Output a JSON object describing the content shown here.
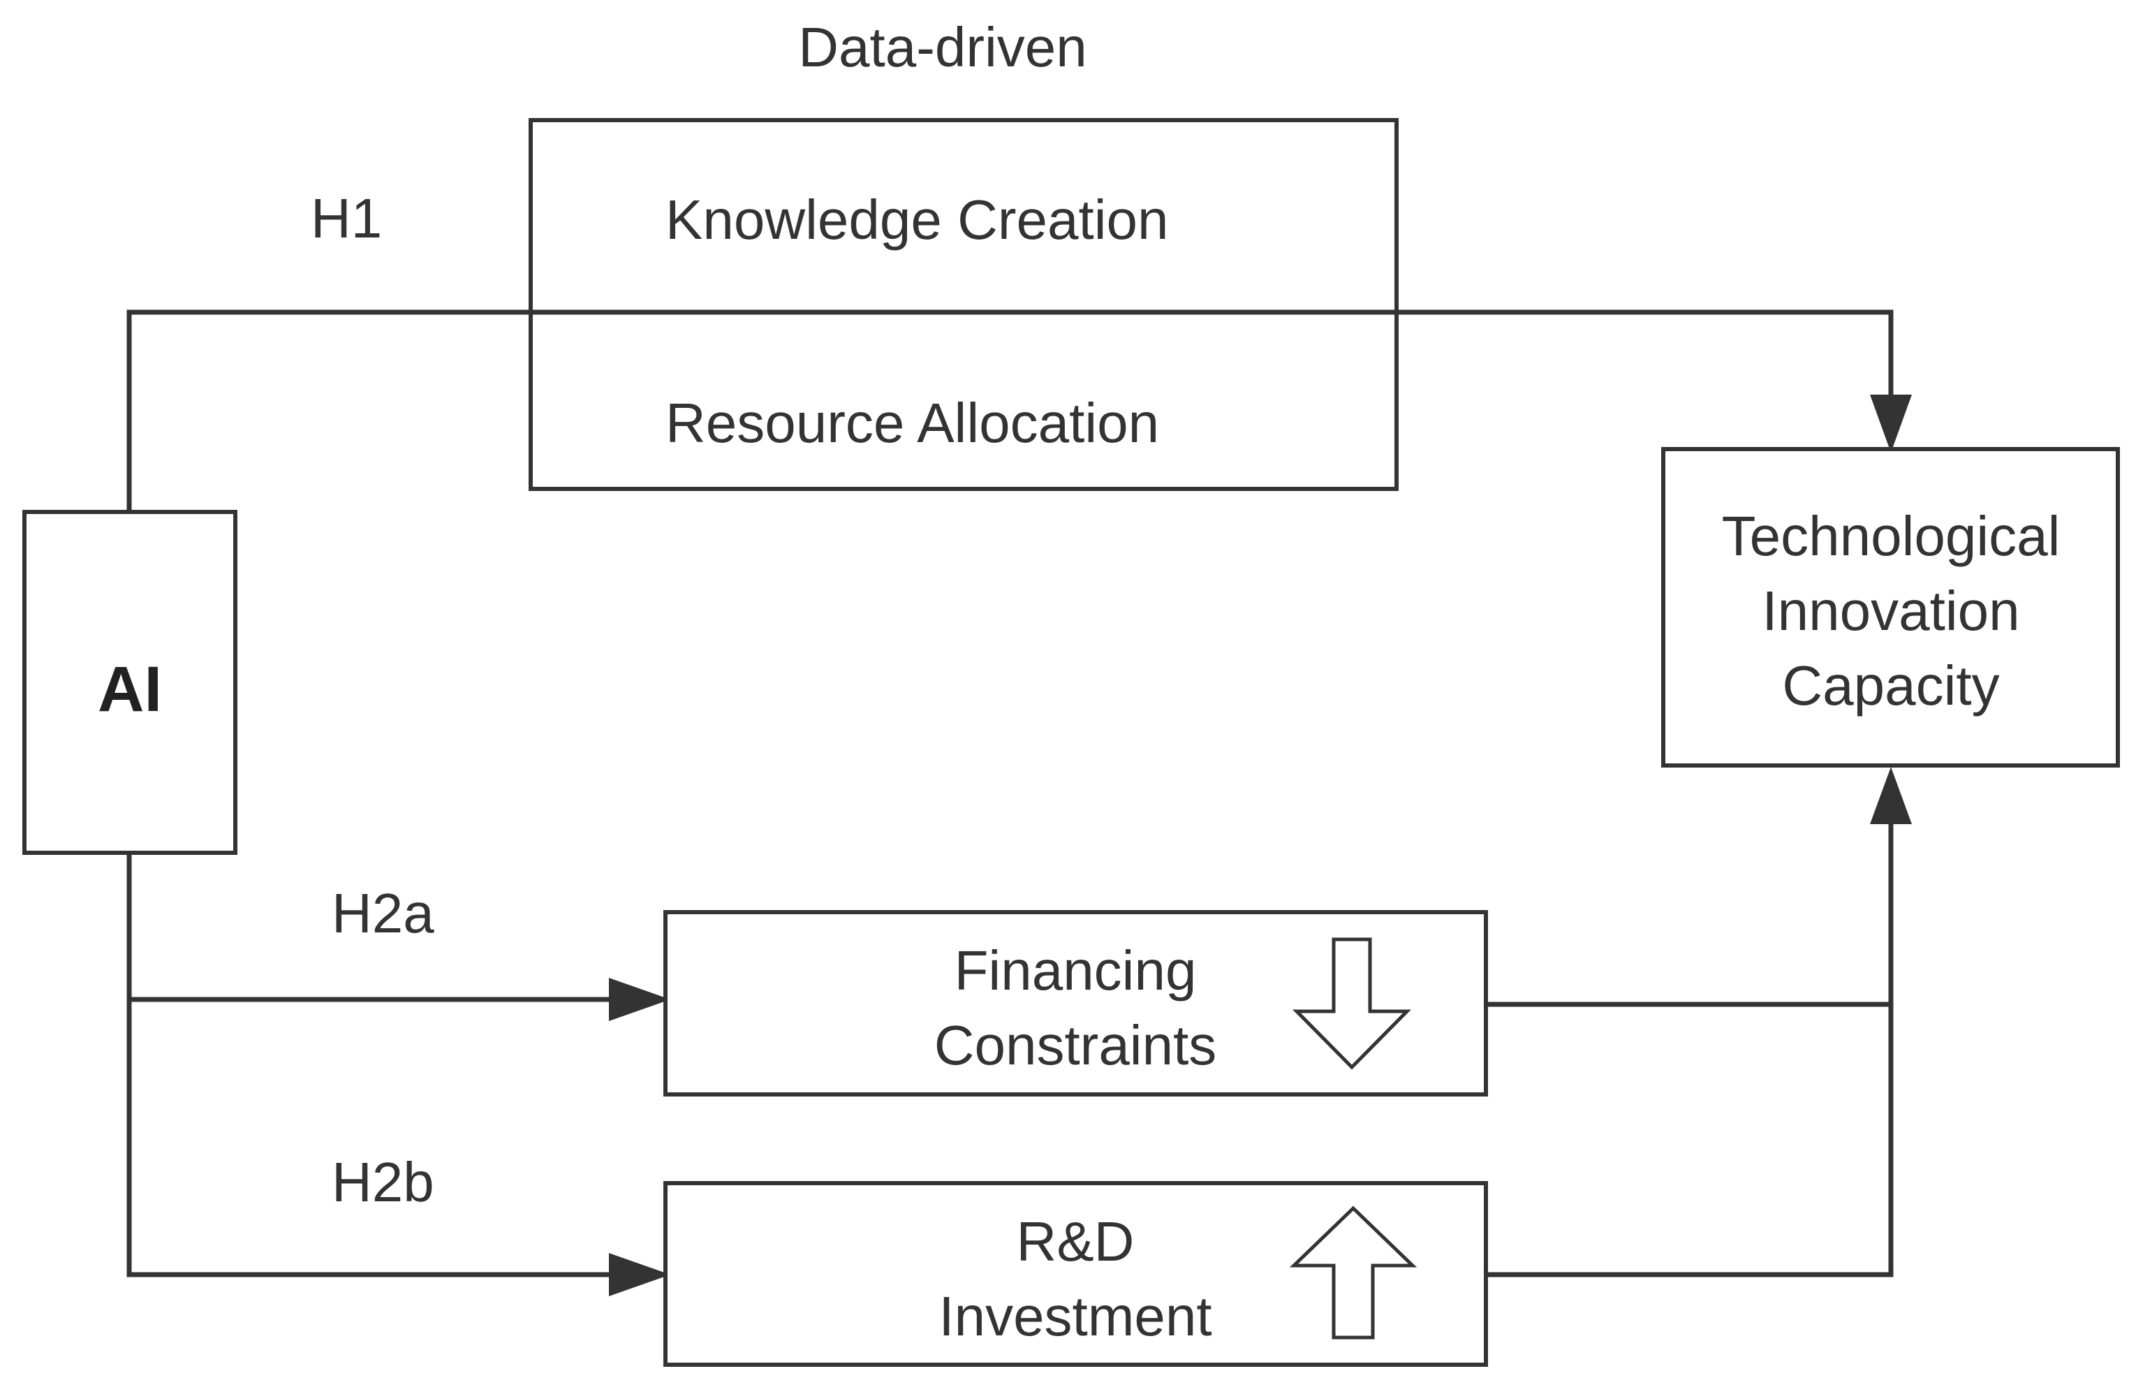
{
  "header_label": "Data-driven",
  "mechanism_box": {
    "top_label": "Knowledge Creation",
    "bottom_label": "Resource Allocation"
  },
  "hypotheses": {
    "h1": "H1",
    "h2a": "H2a",
    "h2b": "H2b"
  },
  "ai_box": {
    "label": "AI"
  },
  "outcome_box": {
    "line1": "Technological",
    "line2": "Innovation",
    "line3": "Capacity"
  },
  "financing_box": {
    "line1": "Financing",
    "line2": "Constraints",
    "direction_icon": "arrow-down-icon"
  },
  "rd_box": {
    "line1": "R&D",
    "line2": "Investment",
    "direction_icon": "arrow-up-icon"
  }
}
